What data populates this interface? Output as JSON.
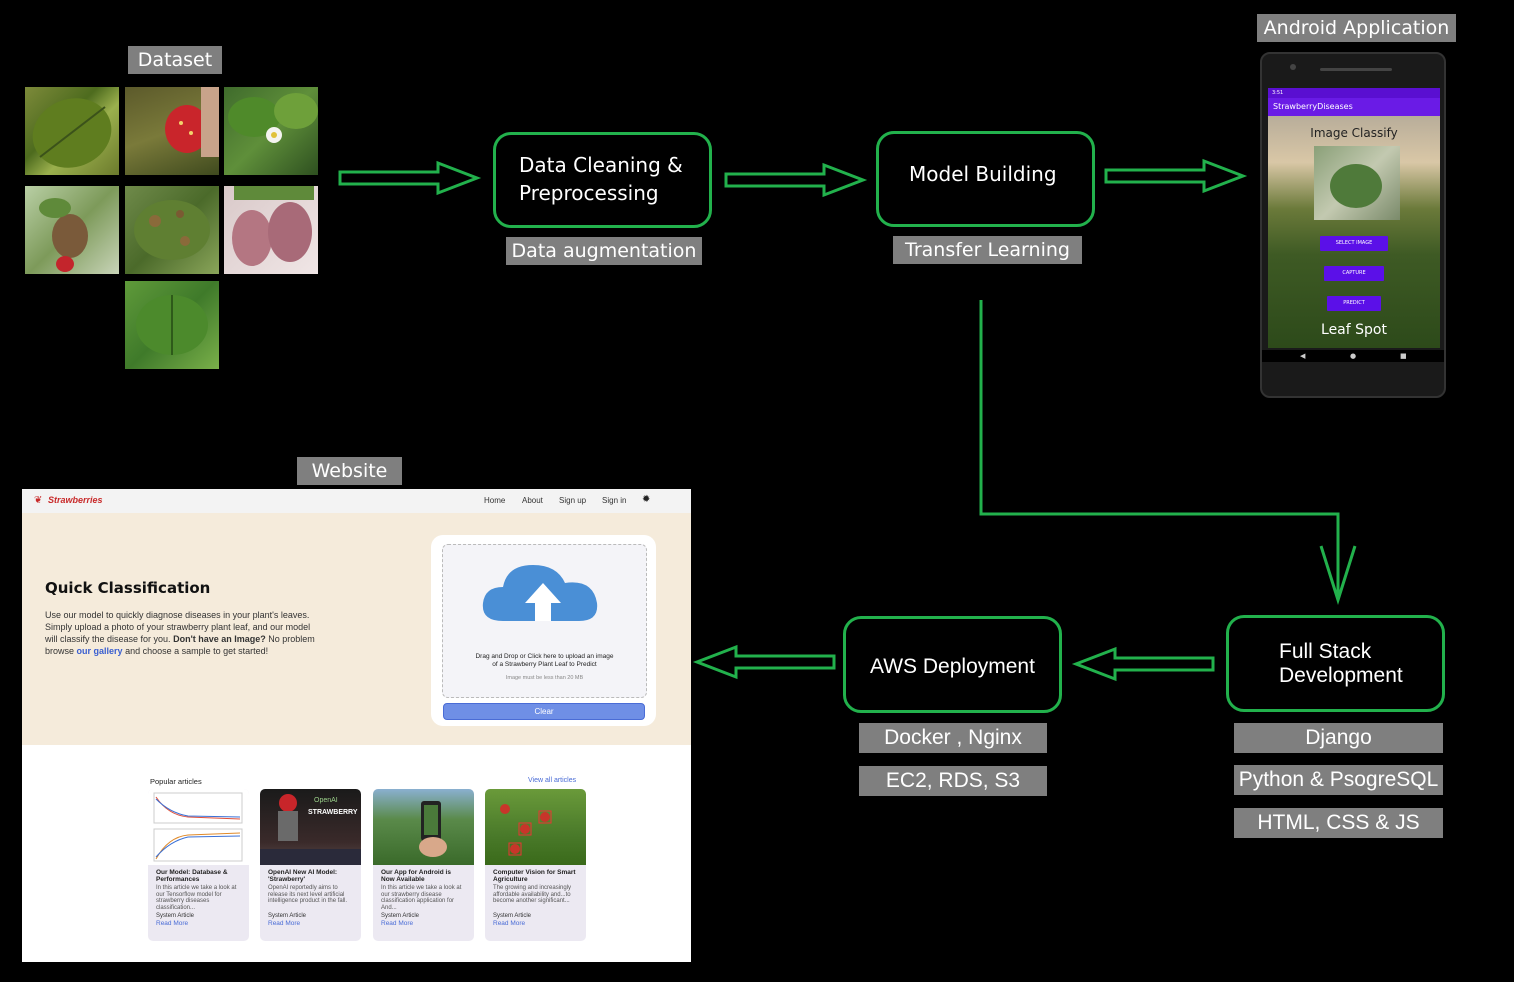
{
  "labels": {
    "dataset": "Dataset",
    "data_augmentation": "Data augmentation",
    "transfer_learning": "Transfer Learning",
    "android": "Android Application",
    "website": "Website",
    "docker": "Docker , Nginx",
    "ec2": "EC2, RDS, S3",
    "django": "Django",
    "python": "Python & PsogreSQL",
    "html": "HTML, CSS & JS"
  },
  "boxes": {
    "cleaning_line1": "Data Cleaning &",
    "cleaning_line2": "Preprocessing",
    "model": "Model Building",
    "aws": "AWS Deployment",
    "fullstack_line1": "Full Stack",
    "fullstack_line2": "Development"
  },
  "phone": {
    "status_time": "3:51",
    "app_title": "StrawberryDiseases",
    "heading": "Image Classify",
    "btn_select": "SELECT IMAGE",
    "btn_capture": "CAPTURE",
    "btn_predict": "PREDICT",
    "result": "Leaf Spot"
  },
  "site": {
    "brand": "Strawberries",
    "nav": [
      "Home",
      "About",
      "Sign up",
      "Sign in"
    ],
    "hero_title": "Quick Classification",
    "hero_p1": "Use our model to quickly diagnose diseases in your plant's leaves.",
    "hero_p2": "Simply upload a photo of your strawberry plant leaf, and our model",
    "hero_p3a": "will classify the disease for you.",
    "hero_p3b": "Don't have an Image?",
    "hero_p3c": "No problem",
    "hero_p4a": "browse",
    "hero_p4b": "our gallery",
    "hero_p4c": "and choose a sample to get started!",
    "upload_line1": "Drag and Drop or Click here to upload an image",
    "upload_line2": "of a Strawberry Plant Leaf to Predict",
    "upload_note": "Image must be less than 20 MB",
    "clear": "Clear",
    "popular": "Popular articles",
    "view_all": "View all articles",
    "articles": [
      {
        "title": "Our Model: Database & Performances",
        "desc": "In this article we take a look at our Tensorflow model for strawberry diseases classification...",
        "author": "System Article",
        "more": "Read More"
      },
      {
        "title": "OpenAI New AI Model: 'Strawberry'",
        "desc": "OpenAI reportedly aims to release its next level artificial intelligence product in the fall.",
        "author": "System Article",
        "more": "Read More"
      },
      {
        "title": "Our App for Android is Now Available",
        "desc": "In this article we take a look at our strawberry disease classification application for And...",
        "author": "System Article",
        "more": "Read More"
      },
      {
        "title": "Computer Vision for Smart Agriculture",
        "desc": "The growing and increasingly affordable availability and...to become another significant...",
        "author": "System Article",
        "more": "Read More"
      }
    ],
    "card2_badge_brand": "OpenAI",
    "card2_badge_title": "STRAWBERRY"
  },
  "colors": {
    "accent": "#22b14c",
    "tag": "#7f7f7f",
    "phone_purple": "#6a1be6",
    "site_hero": "#f5ebdb",
    "cloud": "#4a8fd6"
  }
}
